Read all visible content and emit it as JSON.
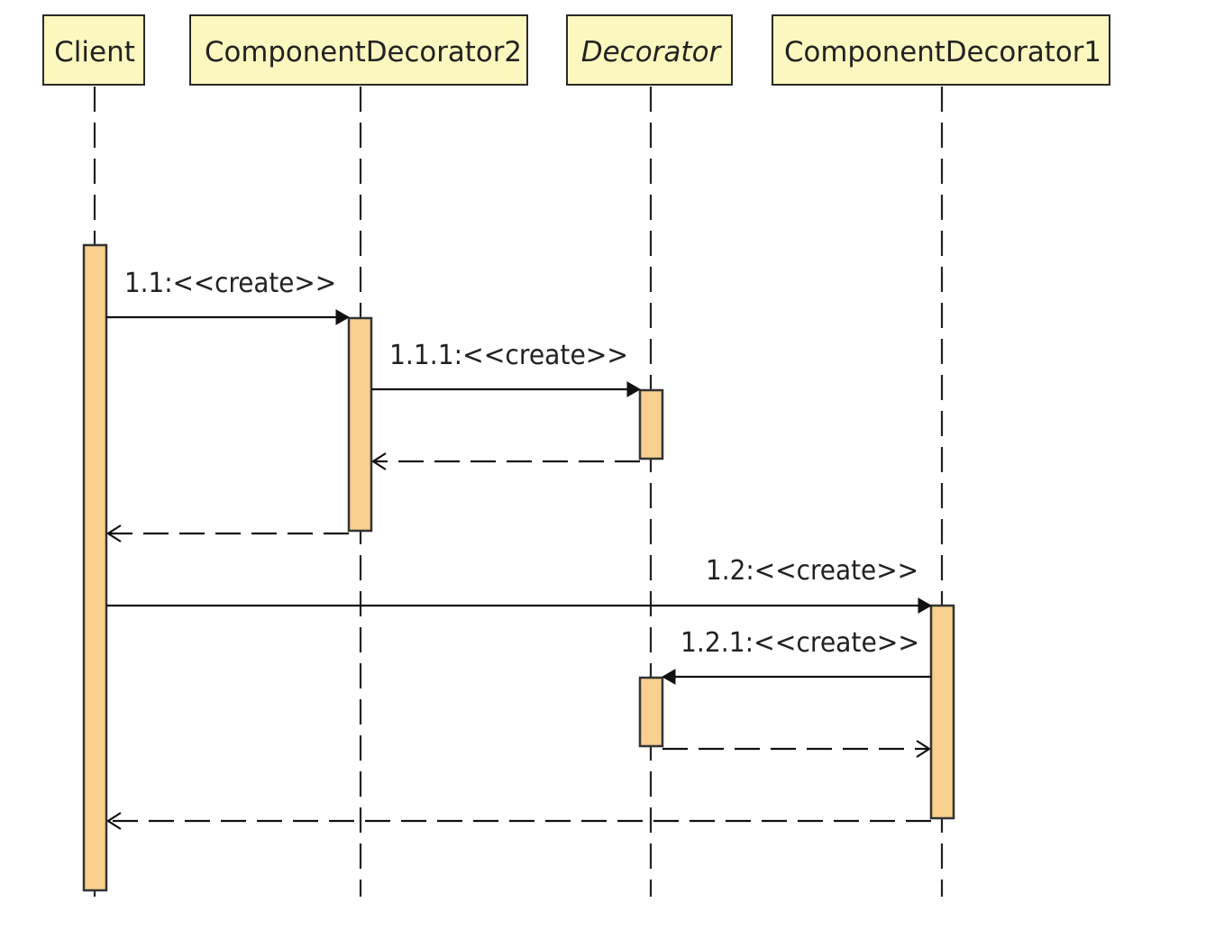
{
  "participants": [
    {
      "id": "client",
      "label": "Client",
      "italic": false
    },
    {
      "id": "cd2",
      "label": "ComponentDecorator2",
      "italic": false
    },
    {
      "id": "decorator",
      "label": "Decorator",
      "italic": true
    },
    {
      "id": "cd1",
      "label": "ComponentDecorator1",
      "italic": false
    }
  ],
  "messages": [
    {
      "id": "m1",
      "from": "client",
      "to": "cd2",
      "kind": "call",
      "label": "1.1:<<create>>"
    },
    {
      "id": "m2",
      "from": "cd2",
      "to": "decorator",
      "kind": "call",
      "label": "1.1.1:<<create>>"
    },
    {
      "id": "r2",
      "from": "decorator",
      "to": "cd2",
      "kind": "return",
      "label": ""
    },
    {
      "id": "r1",
      "from": "cd2",
      "to": "client",
      "kind": "return",
      "label": ""
    },
    {
      "id": "m3",
      "from": "client",
      "to": "cd1",
      "kind": "call",
      "label": "1.2:<<create>>"
    },
    {
      "id": "m4",
      "from": "cd1",
      "to": "decorator",
      "kind": "call",
      "label": "1.2.1:<<create>>"
    },
    {
      "id": "r4",
      "from": "decorator",
      "to": "cd1",
      "kind": "return",
      "label": ""
    },
    {
      "id": "r3",
      "from": "cd1",
      "to": "client",
      "kind": "return",
      "label": ""
    }
  ],
  "colors": {
    "participant_fill": "#fbf7bf",
    "activation_fill": "#f9cf8e",
    "line": "#111111"
  }
}
